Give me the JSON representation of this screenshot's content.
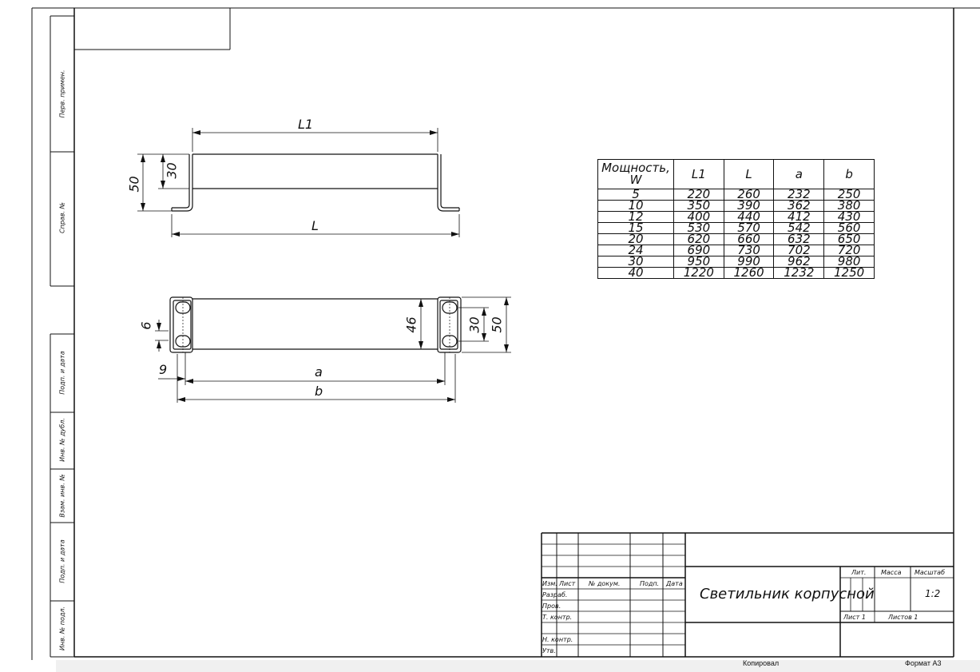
{
  "side_labels": {
    "perv_primen": "Перв. примен.",
    "sprav_no": "Справ. №",
    "podp_data_1": "Подп. и дата",
    "inv_dubl": "Инв. № дубл.",
    "vzam_inv": "Взам. инв. №",
    "podp_data_2": "Подп. и дата",
    "inv_podl": "Инв. № подл."
  },
  "side_view": {
    "dim_L1": "L1",
    "dim_L": "L",
    "dim_50": "50",
    "dim_30": "30"
  },
  "top_view": {
    "dim_6": "6",
    "dim_9": "9",
    "dim_a": "a",
    "dim_b": "b",
    "dim_46": "46",
    "dim_30": "30",
    "dim_50": "50"
  },
  "spec_table": {
    "headers": [
      "Мощность, W",
      "L1",
      "L",
      "a",
      "b"
    ],
    "rows": [
      [
        "5",
        "220",
        "260",
        "232",
        "250"
      ],
      [
        "10",
        "350",
        "390",
        "362",
        "380"
      ],
      [
        "12",
        "400",
        "440",
        "412",
        "430"
      ],
      [
        "15",
        "530",
        "570",
        "542",
        "560"
      ],
      [
        "20",
        "620",
        "660",
        "632",
        "650"
      ],
      [
        "24",
        "690",
        "730",
        "702",
        "720"
      ],
      [
        "30",
        "950",
        "990",
        "962",
        "980"
      ],
      [
        "40",
        "1220",
        "1260",
        "1232",
        "1250"
      ]
    ]
  },
  "title_block": {
    "izm": "Изм.",
    "list": "Лист",
    "dokum": "№ докум.",
    "podp": "Подп.",
    "data": "Дата",
    "razrab": "Разраб.",
    "prov": "Пров.",
    "t_kontr": "Т. контр.",
    "n_kontr": "Н. контр.",
    "utv": "Утв.",
    "title": "Светильник корпусной",
    "lit": "Лит.",
    "massa": "Масса",
    "masshtab": "Масштаб",
    "scale": "1:2",
    "sheet": "Лист 1",
    "sheets": "Листов 1"
  },
  "footer": {
    "kopiroval": "Копировал",
    "format": "Формат A3"
  }
}
